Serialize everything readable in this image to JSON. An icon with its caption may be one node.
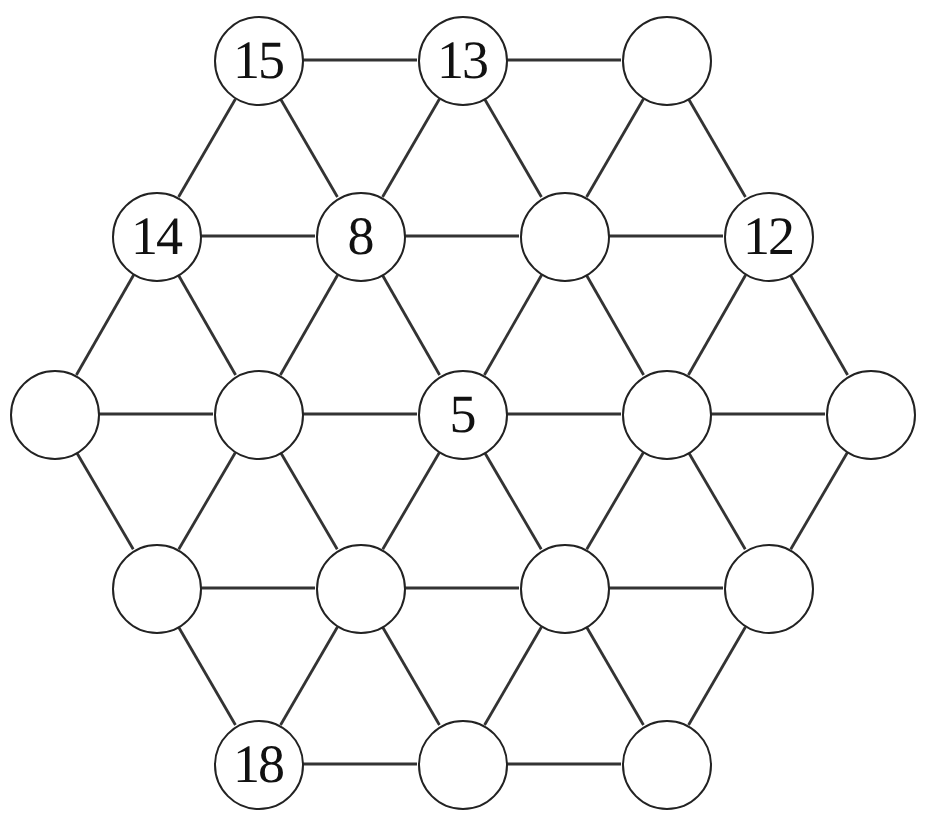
{
  "diagram": {
    "nodes": [
      {
        "text": [
          "15"
        ]
      },
      {
        "text": [
          "13"
        ]
      },
      {
        "text": [],
        "shape": "circle"
      },
      {
        "text": [
          "14"
        ]
      },
      {
        "text": [
          "8"
        ]
      },
      {
        "text": [],
        "shape": "circle"
      },
      {
        "text": [
          "12"
        ]
      },
      {
        "text": [],
        "shape": "circle"
      },
      {
        "text": [],
        "shape": "circle"
      },
      {
        "text": [
          "5"
        ]
      },
      {
        "text": [],
        "shape": "circle"
      },
      {
        "text": [],
        "shape": "circle"
      },
      {
        "text": [],
        "shape": "circle"
      },
      {
        "text": [],
        "shape": "circle"
      },
      {
        "text": [],
        "shape": "circle"
      },
      {
        "text": [],
        "shape": "circle"
      },
      {
        "text": [
          "18"
        ]
      },
      {
        "text": [],
        "shape": "circle"
      },
      {
        "text": [],
        "shape": "circle"
      }
    ],
    "edges": [
      {
        "from": 0,
        "to": 1,
        "arrow": "none"
      },
      {
        "from": 1,
        "to": 2,
        "arrow": "none"
      },
      {
        "from": 0,
        "to": 3,
        "arrow": "none"
      },
      {
        "from": 0,
        "to": 4,
        "arrow": "none"
      },
      {
        "from": 1,
        "to": 4,
        "arrow": "none"
      },
      {
        "from": 1,
        "to": 5,
        "arrow": "none"
      },
      {
        "from": 2,
        "to": 5,
        "arrow": "none"
      },
      {
        "from": 2,
        "to": 6,
        "arrow": "none"
      },
      {
        "from": 3,
        "to": 4,
        "arrow": "none"
      },
      {
        "from": 4,
        "to": 5,
        "arrow": "none"
      },
      {
        "from": 5,
        "to": 6,
        "arrow": "none"
      },
      {
        "from": 3,
        "to": 7,
        "arrow": "none"
      },
      {
        "from": 3,
        "to": 8,
        "arrow": "none"
      },
      {
        "from": 4,
        "to": 8,
        "arrow": "none"
      },
      {
        "from": 4,
        "to": 9,
        "arrow": "none"
      },
      {
        "from": 5,
        "to": 9,
        "arrow": "none"
      },
      {
        "from": 5,
        "to": 10,
        "arrow": "none"
      },
      {
        "from": 6,
        "to": 10,
        "arrow": "none"
      },
      {
        "from": 6,
        "to": 11,
        "arrow": "none"
      },
      {
        "from": 7,
        "to": 8,
        "arrow": "none"
      },
      {
        "from": 8,
        "to": 9,
        "arrow": "none"
      },
      {
        "from": 9,
        "to": 10,
        "arrow": "none"
      },
      {
        "from": 10,
        "to": 11,
        "arrow": "none"
      },
      {
        "from": 7,
        "to": 12,
        "arrow": "none"
      },
      {
        "from": 8,
        "to": 12,
        "arrow": "none"
      },
      {
        "from": 8,
        "to": 13,
        "arrow": "none"
      },
      {
        "from": 9,
        "to": 13,
        "arrow": "none"
      },
      {
        "from": 9,
        "to": 14,
        "arrow": "none"
      },
      {
        "from": 10,
        "to": 14,
        "arrow": "none"
      },
      {
        "from": 10,
        "to": 15,
        "arrow": "none"
      },
      {
        "from": 11,
        "to": 15,
        "arrow": "none"
      },
      {
        "from": 12,
        "to": 13,
        "arrow": "none"
      },
      {
        "from": 13,
        "to": 14,
        "arrow": "none"
      },
      {
        "from": 14,
        "to": 15,
        "arrow": "none"
      },
      {
        "from": 12,
        "to": 16,
        "arrow": "none"
      },
      {
        "from": 13,
        "to": 16,
        "arrow": "none"
      },
      {
        "from": 13,
        "to": 17,
        "arrow": "none"
      },
      {
        "from": 14,
        "to": 17,
        "arrow": "none"
      },
      {
        "from": 14,
        "to": 18,
        "arrow": "none"
      },
      {
        "from": 15,
        "to": 18,
        "arrow": "none"
      },
      {
        "from": 16,
        "to": 17,
        "arrow": "none"
      },
      {
        "from": 17,
        "to": 18,
        "arrow": "none"
      }
    ]
  }
}
